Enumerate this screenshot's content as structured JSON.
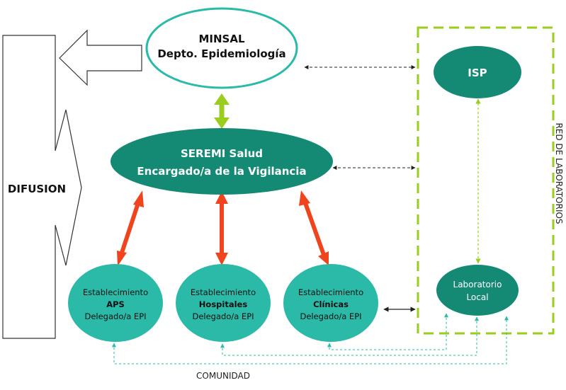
{
  "diagram": {
    "difusion": {
      "label": "DIFUSION"
    },
    "minsal": {
      "line1": "MINSAL",
      "line2": "Depto. Epidemiología"
    },
    "seremi": {
      "line1": "SEREMI  Salud",
      "line2": "Encargado/a de la Vigilancia"
    },
    "aps": {
      "line1": "Establecimiento",
      "line2": "APS",
      "line3": "Delegado/a EPI"
    },
    "hospitales": {
      "line1": "Establecimiento",
      "line2": "Hospitales",
      "line3": "Delegado/a EPI"
    },
    "clinicas": {
      "line1": "Establecimiento",
      "line2": "Clínicas",
      "line3": "Delegado/a EPI"
    },
    "isp": {
      "label": "ISP"
    },
    "laboratorio": {
      "line1": "Laboratorio",
      "line2": "Local"
    },
    "red": {
      "label": "RED DE LABORATORIOS"
    },
    "comunidad": {
      "label": "COMUNIDAD"
    },
    "colors": {
      "primary": "#148a75",
      "secondary": "#2bb9a8",
      "minsal_border": "#2bb9a8",
      "red_arrow": "#f0441e",
      "green_arrow": "#9acd1f",
      "network_border": "#9acd1f"
    }
  }
}
